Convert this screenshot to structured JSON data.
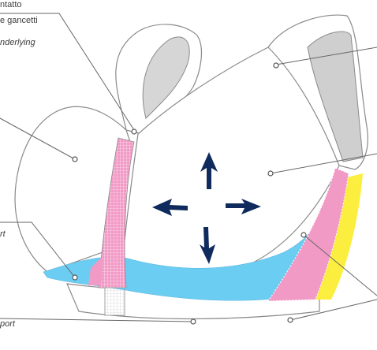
{
  "labels": {
    "top_line_1": "ntatto",
    "top_line_2": "e gancetti",
    "top_line_3": "nderlying",
    "side_left_mid": "rt",
    "bottom_left": "port"
  },
  "colors": {
    "outline": "#8a8a8a",
    "pink": "#f29ac6",
    "blue": "#6ccdf2",
    "yellow": "#fcee3f",
    "gray_strap": "#cfcfcf",
    "arrow": "#0f2a5c"
  },
  "icons": {
    "arrows": [
      "arrow-up-icon",
      "arrow-down-icon",
      "arrow-left-icon",
      "arrow-right-icon"
    ]
  }
}
